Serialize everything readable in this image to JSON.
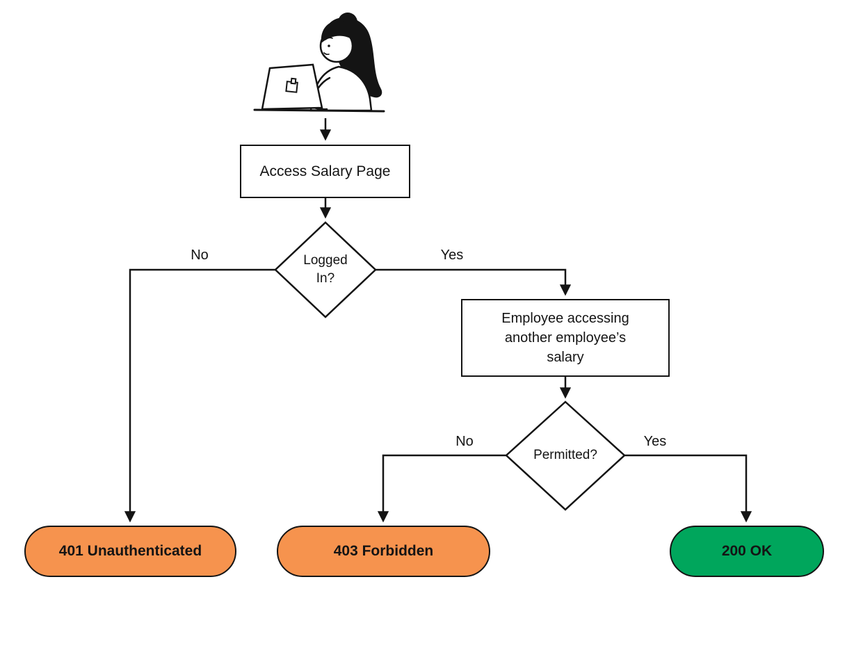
{
  "nodes": {
    "access": {
      "label": "Access Salary Page"
    },
    "logged_in": {
      "label": "Logged In?"
    },
    "employee": {
      "label": "Employee accessing another employee’s salary"
    },
    "permitted": {
      "label": "Permitted?"
    },
    "unauthenticated": {
      "label": "401 Unauthenticated",
      "color": "#F6934E"
    },
    "forbidden": {
      "label": "403 Forbidden",
      "color": "#F6934E"
    },
    "ok": {
      "label": "200 OK",
      "color": "#00A65C"
    }
  },
  "edges": {
    "logged_in_no": "No",
    "logged_in_yes": "Yes",
    "permitted_no": "No",
    "permitted_yes": "Yes"
  },
  "icons": {
    "person_illustration": "person-working-on-laptop"
  },
  "colors": {
    "orange": "#F6934E",
    "green": "#00A65C",
    "line": "#141414"
  }
}
